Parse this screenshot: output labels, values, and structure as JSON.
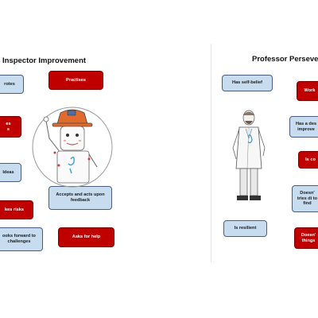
{
  "left_panel": {
    "title": "Inspector Improvement",
    "boxes": {
      "b1": "rotes",
      "b2": "Practises",
      "b3": "es\ns",
      "b4": "Ideas",
      "b5": "Accepts and acts upon feedback",
      "b6": "kes risks",
      "b7": "ooks forward to challenges",
      "b8": "Asks for help"
    }
  },
  "right_panel": {
    "title": "Professor Persever",
    "boxes": {
      "b1": "Has self-belief",
      "b2": "Work",
      "b3": "Has a des improve",
      "b4": "Is co",
      "b5": "Doesn' tries di to find",
      "b6": "Is resilient",
      "b7": "Doesn' things"
    }
  },
  "colors": {
    "blue_fill": "#c8dcf0",
    "blue_border": "#4a5d80",
    "red_fill": "#c00000"
  },
  "figures": [
    "inspector-character-illustration",
    "professor-character-illustration"
  ]
}
